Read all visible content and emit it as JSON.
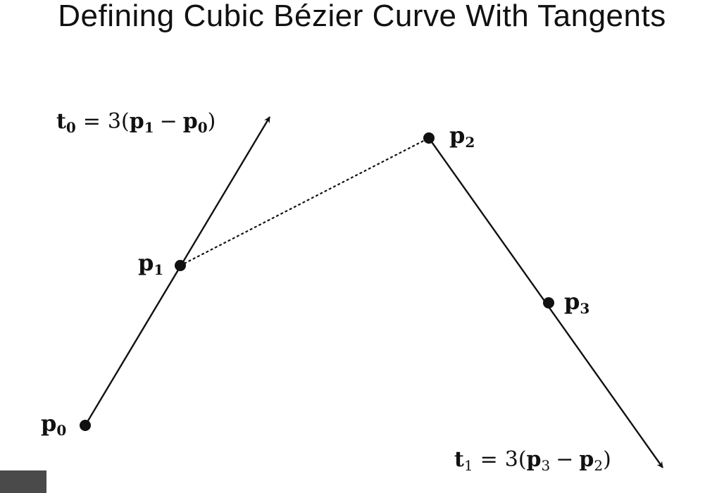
{
  "title": "Defining Cubic Bézier Curve With Tangents",
  "points": {
    "p0": "p",
    "p1": "p",
    "p2": "p",
    "p3": "p"
  },
  "point_subscripts": {
    "p0": "0",
    "p1": "1",
    "p2": "2",
    "p3": "3"
  },
  "tangents": {
    "t0": {
      "lhs_letter": "t",
      "lhs_sub": "0",
      "equals": "=",
      "factor": "3(",
      "a_letter": "p",
      "a_sub": "1",
      "minus": "−",
      "b_letter": "p",
      "b_sub": "0",
      "close": ")"
    },
    "t1": {
      "lhs_letter": "t",
      "lhs_sub": "1",
      "equals": "=",
      "factor": "3(",
      "a_letter": "p",
      "a_sub": "3",
      "minus": "−",
      "b_letter": "p",
      "b_sub": "2",
      "close": ")"
    }
  },
  "colors": {
    "ink": "#111111",
    "corner": "#4a4a4a"
  }
}
